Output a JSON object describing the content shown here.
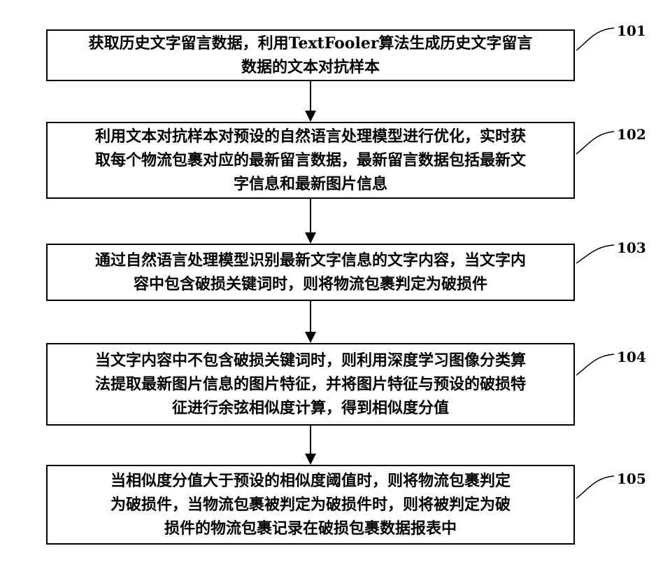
{
  "steps": [
    {
      "id": "101",
      "text": "获取历史文字留言数据，利用TextFooler算法生成历史文字留言\n数据的文本对抗样本"
    },
    {
      "id": "102",
      "text": "利用文本对抗样本对预设的自然语言处理模型进行优化，实时获\n取每个物流包裹对应的最新留言数据，最新留言数据包括最新文\n字信息和最新图片信息"
    },
    {
      "id": "103",
      "text": "通过自然语言处理模型识别最新文字信息的文字内容，当文字内\n容中包含破损关键词时，则将物流包裹判定为破损件"
    },
    {
      "id": "104",
      "text": "当文字内容中不包含破损关键词时，则利用深度学习图像分类算\n法提取最新图片信息的图片特征，并将图片特征与预设的破损特\n征进行余弦相似度计算，得到相似度分值"
    },
    {
      "id": "105",
      "text": "当相似度分值大于预设的相似度阈值时，则将物流包裹判定\n为破损件，当物流包裹被判定为破损件时，则将被判定为破\n损件的物流包裹记录在破损包裹数据报表中"
    }
  ]
}
